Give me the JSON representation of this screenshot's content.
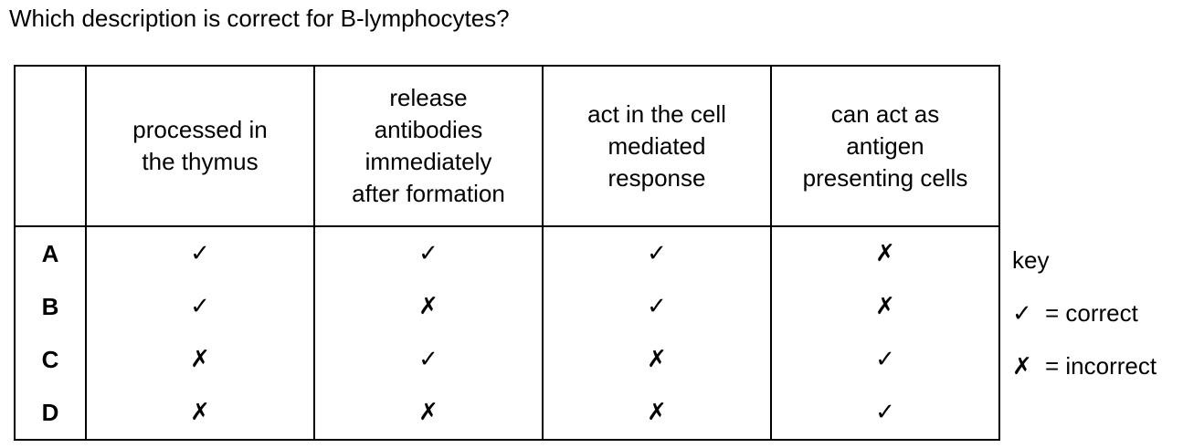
{
  "question": "Which description is correct for B-lymphocytes?",
  "table": {
    "headers": [
      "",
      "processed in\nthe thymus",
      "release\nantibodies\nimmediately\nafter formation",
      "act in the cell\nmediated\nresponse",
      "can act as\nantigen\npresenting cells"
    ],
    "rows": [
      {
        "label": "A",
        "marks": [
          "✓",
          "✓",
          "✓",
          "✗"
        ]
      },
      {
        "label": "B",
        "marks": [
          "✓",
          "✗",
          "✓",
          "✗"
        ]
      },
      {
        "label": "C",
        "marks": [
          "✗",
          "✓",
          "✗",
          "✓"
        ]
      },
      {
        "label": "D",
        "marks": [
          "✗",
          "✗",
          "✗",
          "✓"
        ]
      }
    ]
  },
  "key": {
    "title": "key",
    "correct_symbol": "✓",
    "correct_text": "= correct",
    "incorrect_symbol": "✗",
    "incorrect_text": "= incorrect"
  }
}
